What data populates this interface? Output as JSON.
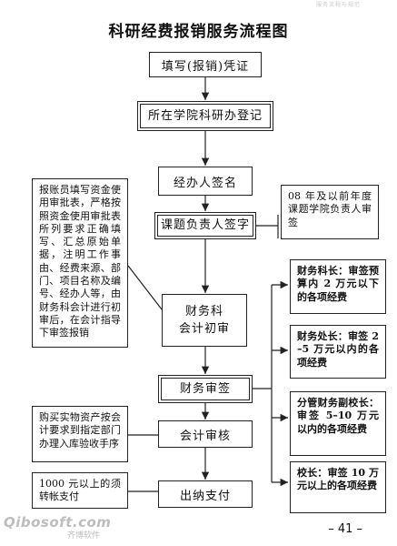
{
  "title": "科研经费报销服务流程图",
  "steps": [
    {
      "label": "填写(报销)凭证"
    },
    {
      "label": "所在学院科研办登记"
    },
    {
      "label": "经办人签名"
    },
    {
      "label": "课题负责人签字"
    },
    {
      "label": "财务科\n会计初审"
    },
    {
      "label": "财务审签"
    },
    {
      "label": "会计审核"
    },
    {
      "label": "出纳支付"
    }
  ],
  "left_notes": [
    {
      "text": "报账员填写资金使用审批表，严格按照资金使用审批表所列要求正确填写、汇总原始单据，注明工作事由、经费来源、部门、项目名称及编号、经办人等，由财务科会计进行初审后，在会计指导下审签报销"
    },
    {
      "text": "购买实物资产按会计要求到指定部门办理入库验收手序"
    },
    {
      "text": "1000 元以上的须转帐支付"
    }
  ],
  "right_notes": [
    {
      "text": "08 年及以前年度课题学院负责人审签"
    },
    {
      "text": "财务科长：审签预算内 2 万元以下的各项经费"
    },
    {
      "text": "财务处长：审签 2–5 万元以内的各项经费"
    },
    {
      "text": "分管财务副校长：审签 5–10 万元以内的各项经费"
    },
    {
      "text": "校长：审签 10 万元以上的各项经费"
    }
  ],
  "page_number": "– 41 –",
  "watermark": {
    "brand": "Qibosoft.com",
    "brand_cn": "齐博软件"
  },
  "header_faint_text": "服务流程与规范"
}
